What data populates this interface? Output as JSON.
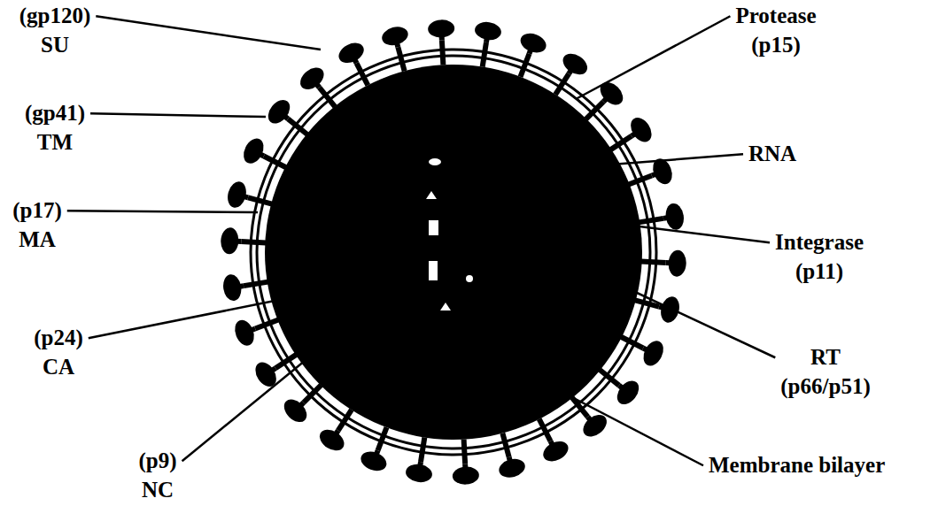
{
  "diagram": {
    "labels": [
      "(gp120) SU",
      "(gp41) TM",
      "(p17) MA",
      "(p24) CA",
      "(p9) NC",
      "Protease (p15)",
      "RNA",
      "Integrase (p11)",
      "RT (p66/p51)",
      "Membrane bilayer"
    ]
  }
}
